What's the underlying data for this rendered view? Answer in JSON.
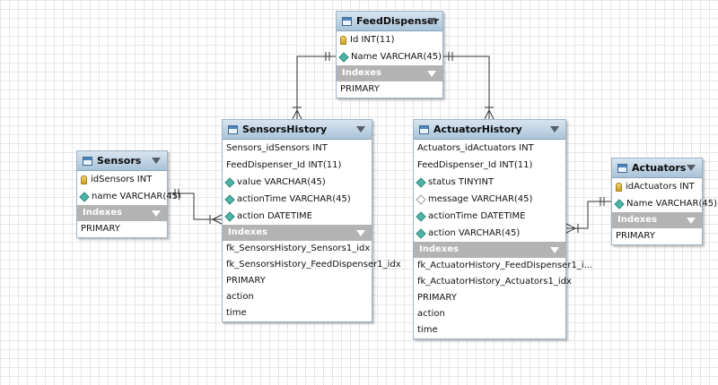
{
  "tables": {
    "feed_dispenser": {
      "name": "FeedDispenser",
      "columns": [
        {
          "text": "Id INT(11)",
          "icon": "primary-key-icon"
        },
        {
          "text": "Name VARCHAR(45)",
          "icon": "not-null-diamond-icon"
        }
      ],
      "indexes_label": "Indexes",
      "indexes": [
        "PRIMARY"
      ]
    },
    "sensors": {
      "name": "Sensors",
      "columns": [
        {
          "text": "idSensors INT",
          "icon": "primary-key-icon"
        },
        {
          "text": "name VARCHAR(45)",
          "icon": "not-null-diamond-icon"
        }
      ],
      "indexes_label": "Indexes",
      "indexes": [
        "PRIMARY"
      ]
    },
    "sensors_history": {
      "name": "SensorsHistory",
      "columns": [
        {
          "text": "Sensors_idSensors INT",
          "icon": "none"
        },
        {
          "text": "FeedDispenser_Id INT(11)",
          "icon": "none"
        },
        {
          "text": "value VARCHAR(45)",
          "icon": "not-null-diamond-icon"
        },
        {
          "text": "actionTime VARCHAR(45)",
          "icon": "not-null-diamond-icon"
        },
        {
          "text": "action DATETIME",
          "icon": "not-null-diamond-icon"
        }
      ],
      "indexes_label": "Indexes",
      "indexes": [
        "fk_SensorsHistory_Sensors1_idx",
        "fk_SensorsHistory_FeedDispenser1_idx",
        "PRIMARY",
        "action",
        "time"
      ]
    },
    "actuator_history": {
      "name": "ActuatorHistory",
      "columns": [
        {
          "text": "Actuators_idActuators INT",
          "icon": "none"
        },
        {
          "text": "FeedDispenser_Id INT(11)",
          "icon": "none"
        },
        {
          "text": "status TINYINT",
          "icon": "not-null-diamond-icon"
        },
        {
          "text": "message VARCHAR(45)",
          "icon": "nullable-diamond-icon"
        },
        {
          "text": "actionTime DATETIME",
          "icon": "not-null-diamond-icon"
        },
        {
          "text": "action VARCHAR(45)",
          "icon": "not-null-diamond-icon"
        }
      ],
      "indexes_label": "Indexes",
      "indexes": [
        "fk_ActuatorHistory_FeedDispenser1_i...",
        "fk_ActuatorHistory_Actuators1_idx",
        "PRIMARY",
        "action",
        "time"
      ]
    },
    "actuators": {
      "name": "Actuators",
      "columns": [
        {
          "text": "idActuators INT",
          "icon": "primary-key-icon"
        },
        {
          "text": "Name VARCHAR(45)",
          "icon": "not-null-diamond-icon"
        }
      ],
      "indexes_label": "Indexes",
      "indexes": [
        "PRIMARY"
      ]
    }
  },
  "colors": {
    "grid": "#e6e6e6",
    "header_top": "#d8e5f0",
    "header_bottom": "#a9c3d8",
    "indexes_bar": "#b3b3b3",
    "connector": "#333333"
  }
}
